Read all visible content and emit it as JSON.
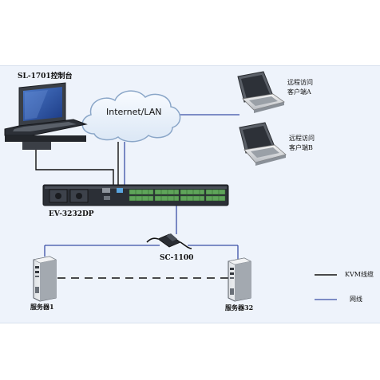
{
  "labels": {
    "console": "SL-1701控制台",
    "cloud": "Internet/LAN",
    "client_a_line1": "远程访问",
    "client_a_line2": "客户端A",
    "client_b_line1": "远程访问",
    "client_b_line2": "客户端B",
    "switch": "EV-3232DP",
    "adapter": "SC-1100",
    "server1": "服务器1",
    "server32": "服务器32"
  },
  "legend": {
    "kvm_cable": "KVM线缆",
    "network": "网线"
  },
  "colors": {
    "background_panel": "#eef3fb",
    "kvm_line": "#111111",
    "network_line": "#3a4fa6",
    "cloud_fill": "#eaf2fb",
    "cloud_stroke": "#8aa6c8",
    "device_dark": "#2b2f36",
    "screen_blue": "#2f56a8",
    "port_green": "#5fa45a"
  },
  "icons": [
    "kvm-console-icon",
    "cloud-icon",
    "laptop-icon",
    "kvm-switch-icon",
    "adapter-icon",
    "server-tower-icon"
  ]
}
